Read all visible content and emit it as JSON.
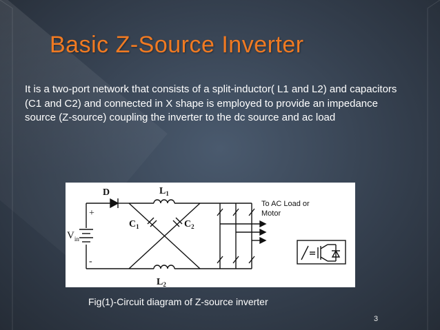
{
  "slide": {
    "title": "Basic Z-Source Inverter",
    "body": " It is a two-port network that consists of a split-inductor( L1 and L2) and capacitors (C1 and C2) and connected in X shape is employed to provide an impedance source (Z-source) coupling the inverter to the dc source and ac  load",
    "caption": "Fig(1)-Circuit diagram of Z-source inverter",
    "page_number": "3",
    "title_color": "#f07a22"
  },
  "diagram": {
    "diode": "D",
    "plus": "+",
    "minus": "-",
    "source_v": "V",
    "source_sub": "in",
    "l1": "L",
    "l1_sub": "1",
    "l2": "L",
    "l2_sub": "2",
    "c1": "C",
    "c1_sub": "1",
    "c2": "C",
    "c2_sub": "2",
    "load_line1": "To AC Load or",
    "load_line2": "Motor"
  }
}
